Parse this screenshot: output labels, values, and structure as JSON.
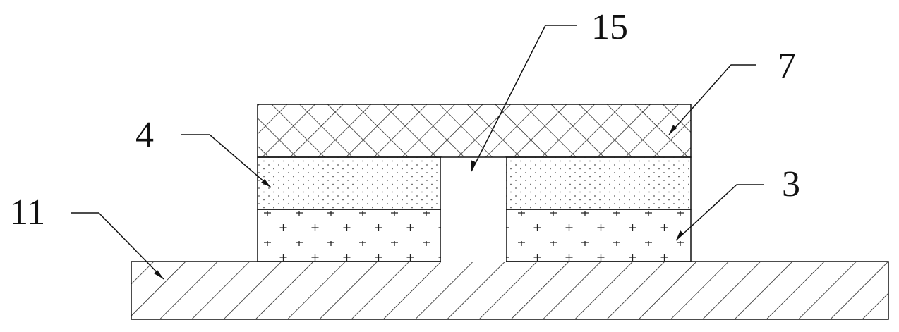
{
  "labels": {
    "l15": "15",
    "l7": "7",
    "l4": "4",
    "l3": "3",
    "l11": "11"
  }
}
